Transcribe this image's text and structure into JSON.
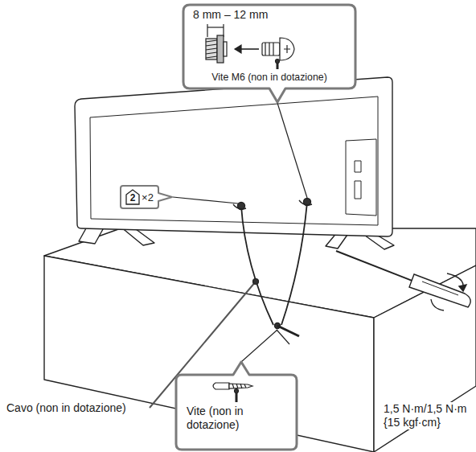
{
  "diagram": {
    "nodes": [
      {
        "text": [
          "8 mm – 12 mm",
          "Vite M6 (non in dotazione)"
        ]
      },
      {
        "text": [
          "2",
          "×2"
        ]
      },
      {
        "text": [
          "Vite (non in dotazione)"
        ]
      }
    ],
    "labels": [
      "Cavo (non in dotazione)",
      "1,5 N·m/1,5 N·m {15 kgf·cm}"
    ]
  }
}
